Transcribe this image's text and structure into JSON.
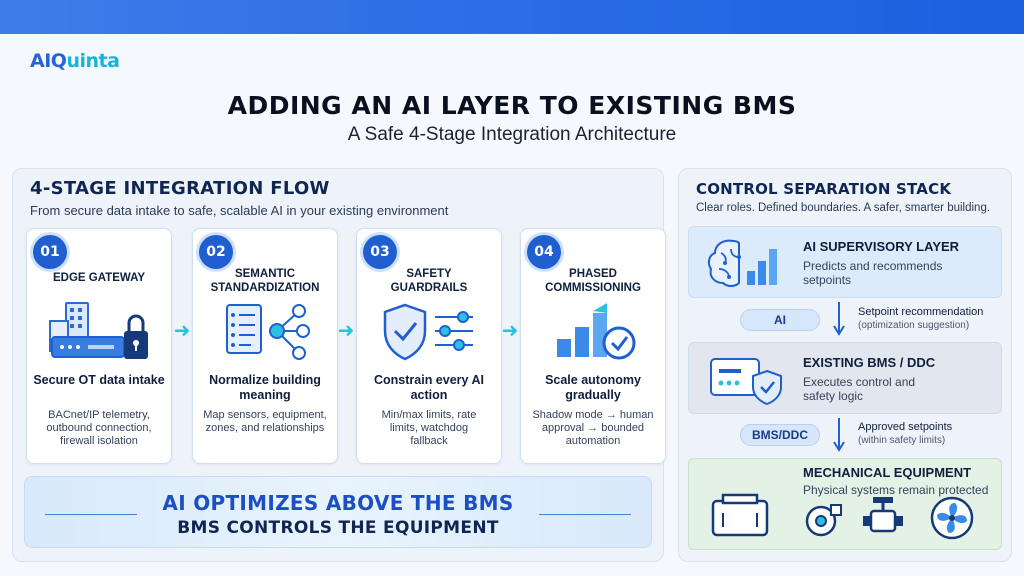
{
  "header": {
    "logo_main": "AIQ",
    "logo_accent": "uinta",
    "title": "ADDING AN AI LAYER TO EXISTING BMS",
    "subtitle": "A Safe 4-Stage Integration Architecture"
  },
  "flow": {
    "heading": "4-STAGE INTEGRATION FLOW",
    "subheading": "From secure data intake to safe, scalable AI in your existing environment",
    "stages": [
      {
        "number": "01",
        "title": "EDGE GATEWAY",
        "icon": "gateway-lock-icon",
        "headline": "Secure OT data intake",
        "description": "BACnet/IP telemetry, outbound connection, firewall isolation"
      },
      {
        "number": "02",
        "title": "SEMANTIC STANDARDIZATION",
        "icon": "document-network-icon",
        "headline": "Normalize building meaning",
        "description": "Map sensors, equipment, zones, and relationships"
      },
      {
        "number": "03",
        "title": "SAFETY GUARDRAILS",
        "icon": "shield-sliders-icon",
        "headline": "Constrain every AI action",
        "description": "Min/max limits, rate limits, watchdog fallback"
      },
      {
        "number": "04",
        "title": "PHASED COMMISSIONING",
        "icon": "bar-chart-check-icon",
        "headline": "Scale autonomy gradually",
        "description": "Shadow mode → human approval → bounded automation"
      }
    ],
    "banner_line1": "AI OPTIMIZES ABOVE THE BMS",
    "banner_line2": "BMS CONTROLS THE EQUIPMENT"
  },
  "stack": {
    "heading": "CONTROL SEPARATION STACK",
    "subheading": "Clear roles. Defined boundaries. A safer, smarter building.",
    "layers": [
      {
        "title": "AI SUPERVISORY LAYER",
        "description_line1": "Predicts and recommends",
        "description_line2": "setpoints",
        "icon": "brain-chart-icon"
      },
      {
        "title": "EXISTING BMS / DDC",
        "description_line1": "Executes control and",
        "description_line2": "safety logic",
        "icon": "controller-shield-icon"
      },
      {
        "title": "MECHANICAL EQUIPMENT",
        "description_line1": "Physical systems remain protected",
        "description_line2": "",
        "icon": "equipment-icons"
      }
    ],
    "connectors": [
      {
        "pill": "AI",
        "label": "Setpoint recommendation",
        "note": "(optimization suggestion)"
      },
      {
        "pill": "BMS/DDC",
        "label": "Approved setpoints",
        "note": "(within safety limits)"
      }
    ]
  },
  "colors": {
    "accent": "#1f5fd0",
    "arrow": "#2cc0e0",
    "header_bar": "#2f6fe6"
  }
}
